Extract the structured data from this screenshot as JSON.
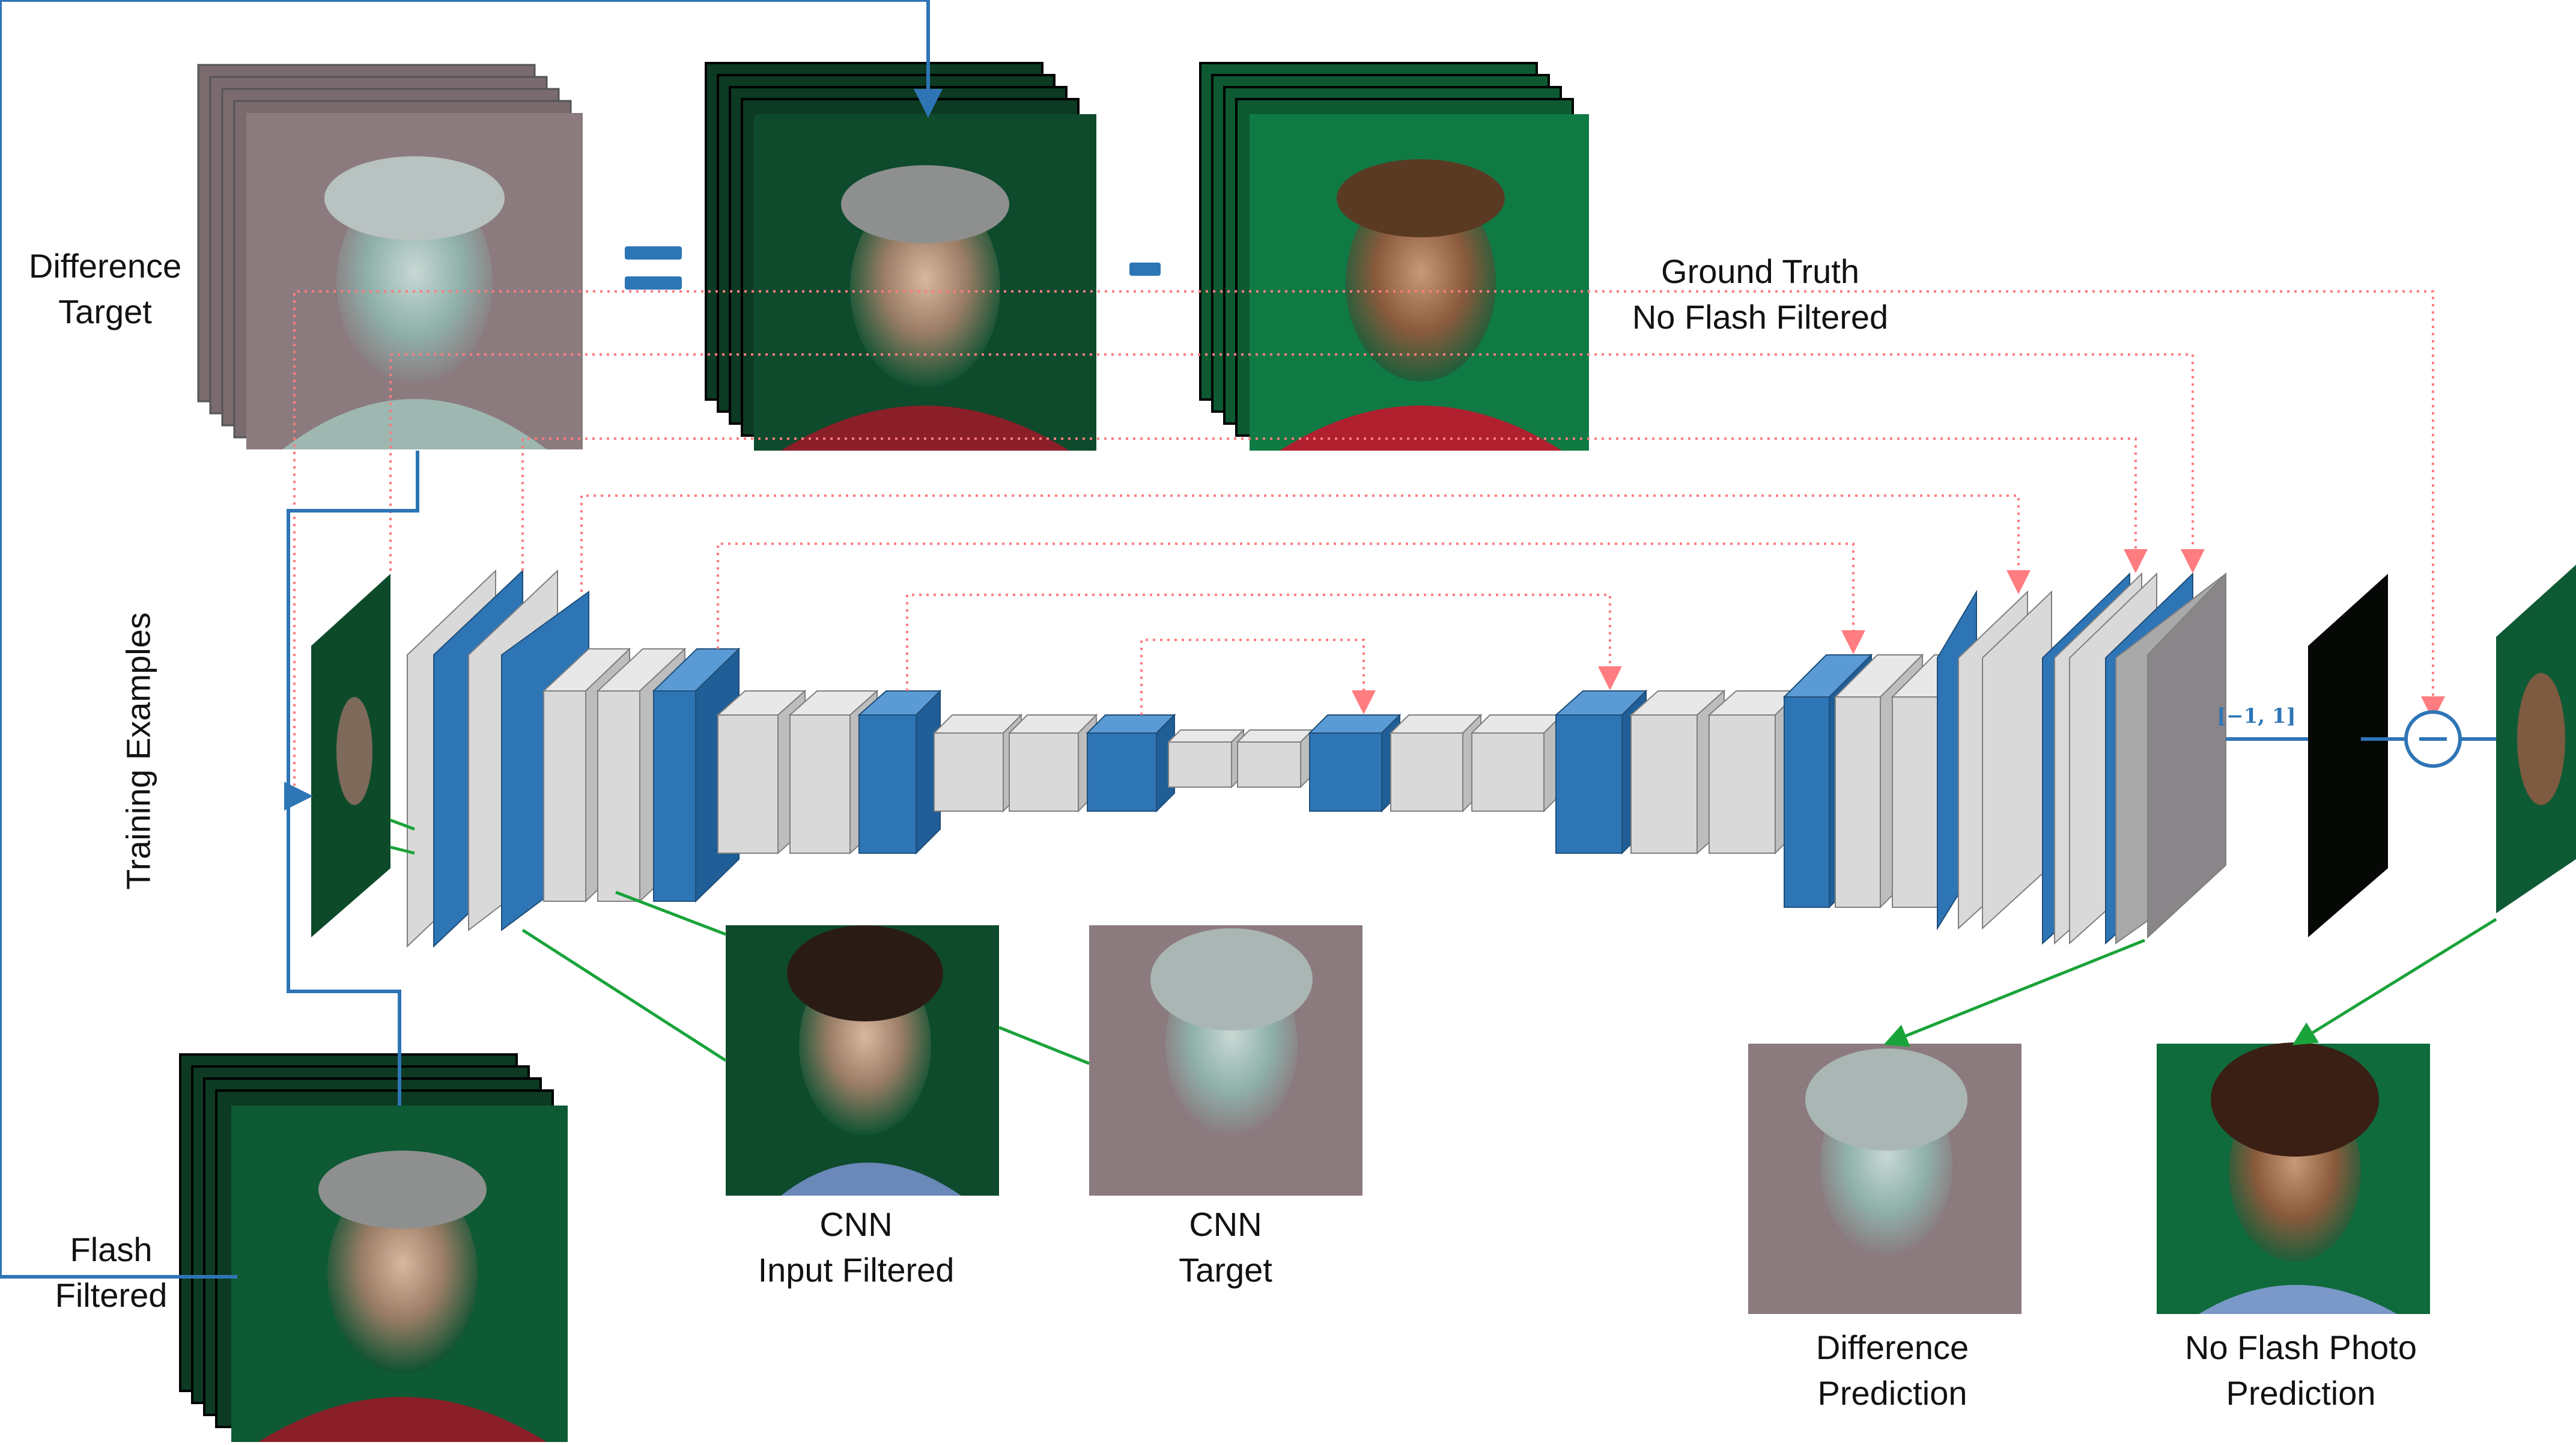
{
  "labels": {
    "difference_target": [
      "Difference",
      "Target"
    ],
    "ground_truth": [
      "Ground Truth",
      "No Flash Filtered"
    ],
    "training_examples": "Training Examples",
    "flash_filtered": [
      "Flash",
      "Filtered"
    ],
    "cnn_input": [
      "CNN",
      "Input Filtered"
    ],
    "cnn_target": [
      "CNN",
      "Target"
    ],
    "difference_prediction": [
      "Difference",
      "Prediction"
    ],
    "no_flash_prediction": [
      "No Flash Photo",
      "Prediction"
    ],
    "output_range": "[−1, 1]"
  },
  "icons": {
    "equals": "equals-icon",
    "minus": "minus-icon",
    "subtract_node": "subtract-circle-icon"
  },
  "colors": {
    "layer_gray": "#d9d9d9",
    "layer_blue": "#2e75b6",
    "skip_connection": "#ff7c80",
    "data_flow_line": "#2e75b6",
    "example_link": "#1aa33a",
    "difference_photo": "#8c7b7e",
    "green_backdrop": "#0e5a34"
  }
}
